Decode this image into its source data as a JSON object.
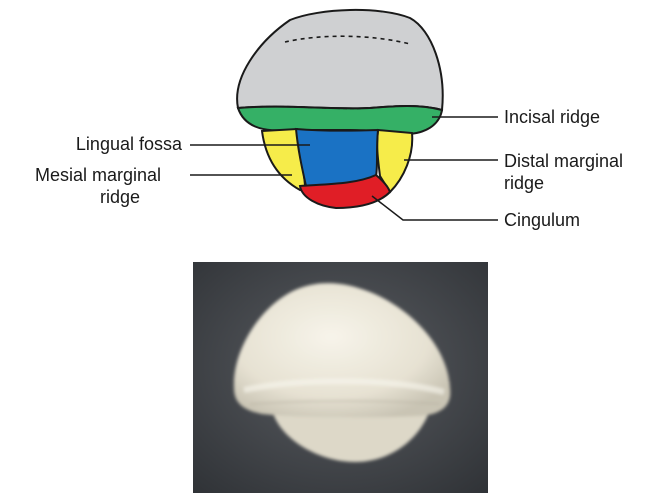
{
  "diagram": {
    "labels": {
      "incisal_ridge": "Incisal ridge",
      "lingual_fossa": "Lingual fossa",
      "mesial_marginal_ridge_line1": "Mesial marginal",
      "mesial_marginal_ridge_line2": "ridge",
      "distal_marginal_ridge_line1": "Distal marginal",
      "distal_marginal_ridge_line2": "ridge",
      "cingulum": "Cingulum"
    },
    "colors": {
      "crown": "#cfd0d2",
      "incisal_ridge": "#35b066",
      "lingual_fossa": "#1a72c4",
      "marginal_ridges": "#f6ec4a",
      "cingulum": "#e01e26",
      "outline": "#1a1a1a",
      "leader": "#1a1a1a"
    }
  },
  "photo": {
    "subject": "tooth-lingual-view-photo",
    "colors": {
      "background": "#4a4d52",
      "tooth": "#ece8da"
    }
  }
}
